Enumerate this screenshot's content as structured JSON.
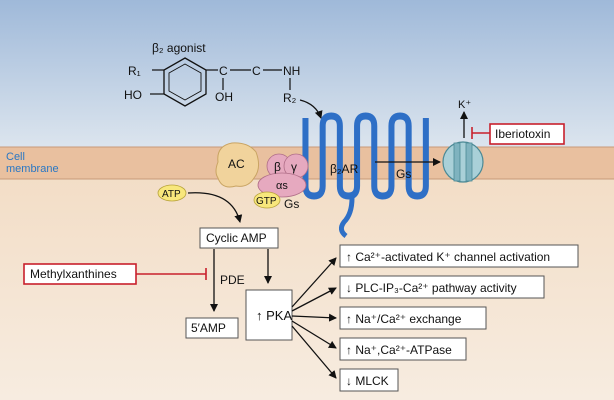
{
  "labels": {
    "agonist_title": "β₂ agonist",
    "r1": "R₁",
    "ho": "HO",
    "oh": "OH",
    "c1": "C",
    "c2": "C",
    "nh": "NH",
    "r2": "R₂",
    "cell_membrane_line1": "Cell",
    "cell_membrane_line2": "membrane",
    "ac": "AC",
    "beta": "β",
    "gamma": "γ",
    "alpha_s": "αs",
    "gtp": "GTP",
    "gs_left": "Gs",
    "atp": "ATP",
    "b2ar": "β₂AR",
    "gs_arrow": "Gs",
    "k_plus": "K⁺",
    "iberiotoxin": "Iberiotoxin",
    "cyclic_amp": "Cyclic AMP",
    "methylxanthines": "Methylxanthines",
    "pde": "PDE",
    "five_amp": "5′AMP",
    "pka": "PKA"
  },
  "effects": [
    {
      "dir": "up",
      "text": "Ca²⁺-activated K⁺ channel activation"
    },
    {
      "dir": "down",
      "text": "PLC-IP₃-Ca²⁺ pathway activity"
    },
    {
      "dir": "up",
      "text": "Na⁺/Ca²⁺ exchange"
    },
    {
      "dir": "up",
      "text": "Na⁺,Ca²⁺-ATPase"
    },
    {
      "dir": "down",
      "text": "MLCK"
    }
  ],
  "colors": {
    "extracellular": "#cfdcea",
    "membrane": "#ecc3a3",
    "cytoplasm": "#f4e4d0",
    "receptor": "#2e6fc6",
    "ac": "#f1d39c",
    "g_protein": "#e1a2b9",
    "gtp": "#f8e77c",
    "channel": "#8fc2cd",
    "inhibitor_border": "#c8202c"
  }
}
